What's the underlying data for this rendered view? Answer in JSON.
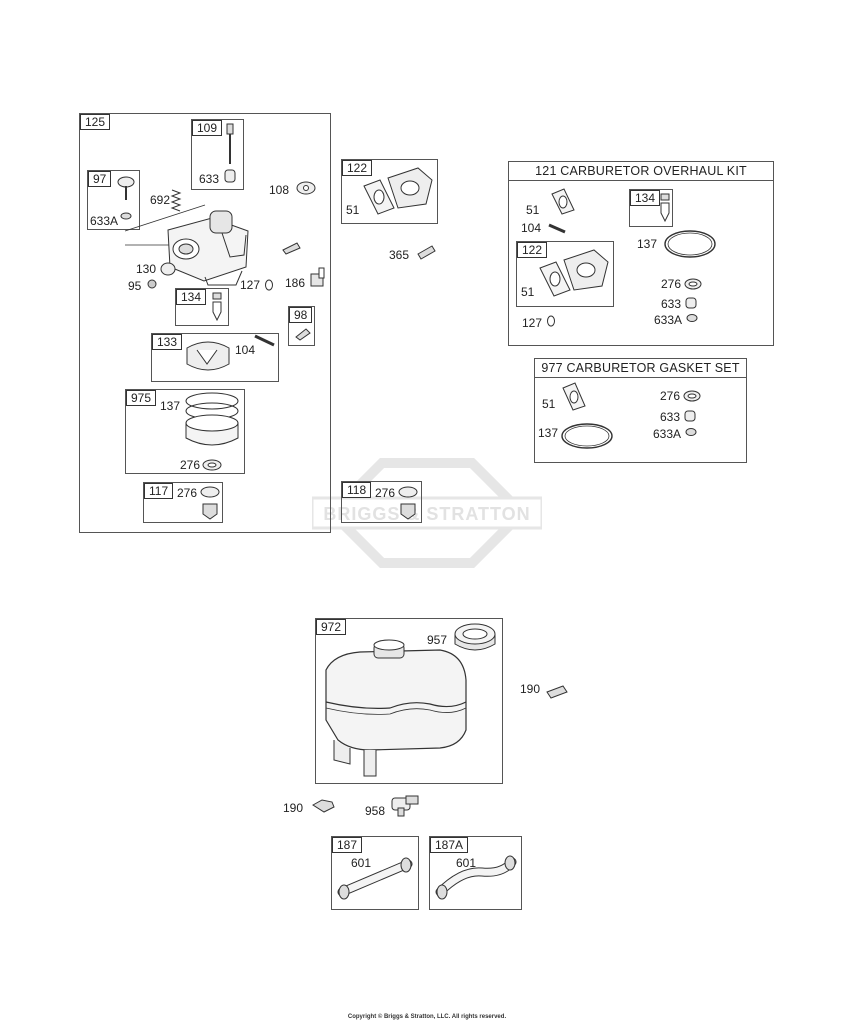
{
  "watermark": {
    "brand": "BRIGGS & STRATTON"
  },
  "carburetor_group": {
    "tag": "125",
    "sub_109": {
      "tag": "109",
      "part_633": "633"
    },
    "sub_97": {
      "tag": "97",
      "part_633a": "633A"
    },
    "part_692": "692",
    "part_108": "108",
    "part_130": "130",
    "part_95": "95",
    "sub_134": {
      "tag": "134"
    },
    "part_127": "127",
    "part_186": "186",
    "sub_98": {
      "tag": "98"
    },
    "sub_133": {
      "tag": "133",
      "part_104": "104"
    },
    "sub_975": {
      "tag": "975",
      "part_137": "137",
      "part_276": "276"
    },
    "sub_117": {
      "tag": "117",
      "part_276": "276"
    }
  },
  "gasket_122": {
    "tag": "122",
    "part_51": "51"
  },
  "part_365": "365",
  "sub_118": {
    "tag": "118",
    "part_276": "276"
  },
  "overhaul_kit": {
    "title": "121 CARBURETOR OVERHAUL KIT",
    "part_51": "51",
    "part_104": "104",
    "sub_134": {
      "tag": "134"
    },
    "part_137": "137",
    "sub_122": {
      "tag": "122",
      "part_51": "51"
    },
    "part_276": "276",
    "part_633": "633",
    "part_127": "127",
    "part_633a": "633A"
  },
  "gasket_set": {
    "title": "977 CARBURETOR GASKET SET",
    "part_51": "51",
    "part_276": "276",
    "part_633": "633",
    "part_137": "137",
    "part_633a": "633A"
  },
  "fuel_tank": {
    "tag": "972",
    "part_957": "957"
  },
  "part_190_a": "190",
  "part_190_b": "190",
  "part_958": "958",
  "fuel_line_187": {
    "tag": "187",
    "part_601": "601"
  },
  "fuel_line_187a": {
    "tag": "187A",
    "part_601": "601"
  },
  "copyright": "Copyright © Briggs & Stratton, LLC. All rights reserved."
}
